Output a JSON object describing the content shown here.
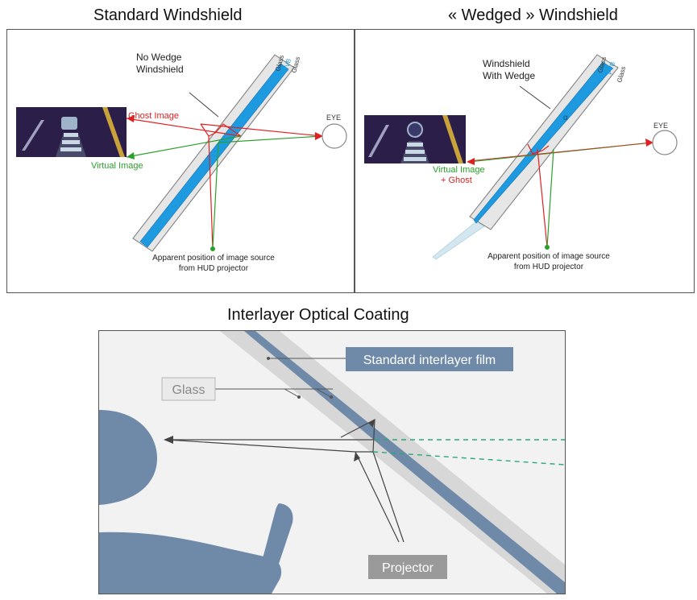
{
  "titles": {
    "standard": "Standard Windshield",
    "wedged": "« Wedged » Windshield",
    "interlayer": "Interlayer Optical Coating"
  },
  "standard_panel": {
    "windshield_label_1": "No Wedge",
    "windshield_label_2": "Windshield",
    "layer_glass_top": "Glass",
    "layer_pvb": "PVB",
    "layer_glass_bottom": "Glass",
    "ghost_label": "Ghost Image",
    "virtual_label": "Virtual Image",
    "eye_label": "EYE",
    "source_label_1": "Apparent position of image source",
    "source_label_2": "from HUD projector"
  },
  "wedged_panel": {
    "windshield_label_1": "Windshield",
    "windshield_label_2": "With Wedge",
    "layer_glass_top": "Glass",
    "layer_pvb": "PVB",
    "layer_glass_bottom": "Glass",
    "virtual_label_1": "Virtual Image",
    "virtual_label_2": "+ Ghost",
    "eye_label": "EYE",
    "source_label_1": "Apparent position of image source",
    "source_label_2": "from HUD projector"
  },
  "interlayer_panel": {
    "film_label": "Standard interlayer film",
    "glass_label": "Glass",
    "projector_label": "Projector"
  },
  "colors": {
    "ghost_ray": "#e02020",
    "virtual_ray": "#2aa02a",
    "pvb_blue": "#1e9be0",
    "film_blue": "#6f8aa8",
    "label_box": "#6f8aa8",
    "glass_box": "#9a9a9a",
    "dashed_green": "#2aa879"
  }
}
